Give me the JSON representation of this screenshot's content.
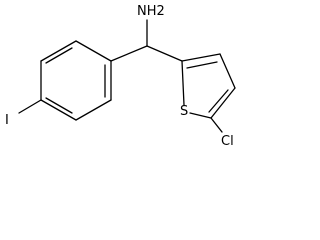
{
  "molecule": {
    "atoms": {
      "amine": "NH2",
      "iodine": "I",
      "sulfur": "S",
      "chlorine": "Cl"
    }
  }
}
